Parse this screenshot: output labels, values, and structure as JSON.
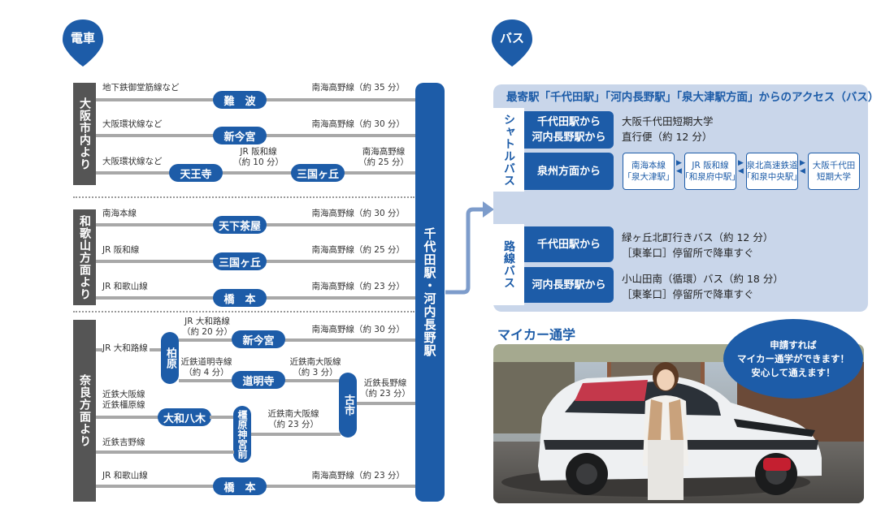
{
  "train": {
    "heading": "電車",
    "regions": {
      "osaka": "大阪市内より",
      "wakayama": "和歌山方面より",
      "nara": "奈良方面より"
    },
    "routes": {
      "namba": {
        "left": "地下鉄御堂筋線など",
        "station": "難　波",
        "right": "南海高野線（約 35 分）"
      },
      "shinimamiya": {
        "left": "大阪環状線など",
        "station": "新今宮",
        "right": "南海高野線（約 30 分）"
      },
      "tennoji": {
        "left": "大阪環状線など",
        "station1": "天王寺",
        "mid": "JR 阪和線\n（約 10 分）",
        "station2": "三国ヶ丘",
        "right": "南海高野線\n（約 25 分）"
      },
      "tengachaya": {
        "left": "南海本線",
        "station": "天下茶屋",
        "right": "南海高野線（約 30 分）"
      },
      "mikunigaoka": {
        "left": "JR 阪和線",
        "station": "三国ヶ丘",
        "right": "南海高野線（約 25 分）"
      },
      "hashimoto_w": {
        "left": "JR 和歌山線",
        "station": "橋　本",
        "right": "南海高野線（約 23 分）"
      },
      "nara": {
        "yamatoji_left": "JR 大和路線",
        "kashiwara": "柏原",
        "yamatoji_mid": "JR 大和路線\n（約 20 分）",
        "shinimamiya": "新今宮",
        "right1": "南海高野線（約 30 分）",
        "domyoji_line": "近鉄道明寺線\n（約 4 分）",
        "domyoji": "道明寺",
        "minamiosaka1": "近鉄南大阪線\n（約 3 分）",
        "furuichi": "古市",
        "nagano_line": "近鉄長野線\n（約 23 分）",
        "osaka_line": "近鉄大阪線\n近鉄橿原線",
        "yamatoyagi": "大和八木",
        "kashiharajingu": "橿原神宮前",
        "minamiosaka2": "近鉄南大阪線\n（約 23 分）",
        "yoshino": "近鉄吉野線",
        "wakayama_line": "JR 和歌山線",
        "hashimoto": "橋　本",
        "right2": "南海高野線（約 23 分）"
      }
    },
    "destination": "千代田駅・河内長野駅"
  },
  "bus": {
    "heading": "バス",
    "title": "最寄駅「千代田駅」「河内長野駅」「泉大津駅方面」からのアクセス（バス）",
    "shuttle_label": "シャトルバス",
    "shuttle_btn1": [
      "千代田駅から",
      "河内長野駅から"
    ],
    "shuttle_info1": [
      "大阪千代田短期大学",
      "直行便（約 12 分）"
    ],
    "shuttle_btn2": "泉州方面から",
    "chain": [
      [
        "南海本線",
        "「泉大津駅」"
      ],
      [
        "JR 阪和線",
        "「和泉府中駅」"
      ],
      [
        "泉北高速鉄道",
        "「和泉中央駅」"
      ],
      [
        "大阪千代田",
        "短期大学"
      ]
    ],
    "route_label": "路線バス",
    "route_btn1": "千代田駅から",
    "route_info1": [
      "緑ヶ丘北町行きバス（約 12 分）",
      "［東峯口］停留所で降車すぐ"
    ],
    "route_btn2": "河内長野駅から",
    "route_info2": [
      "小山田南（循環）バス（約 18 分）",
      "［東峯口］停留所で降車すぐ"
    ]
  },
  "car": {
    "heading": "マイカー通学",
    "bubble": [
      "申請すれば",
      "マイカー通学ができます！",
      "安心して通えます！"
    ]
  },
  "colors": {
    "accent": "#1d5ca8",
    "region": "#555555",
    "line": "#a8a8a8",
    "bus_panel": "#c9d6ea"
  }
}
